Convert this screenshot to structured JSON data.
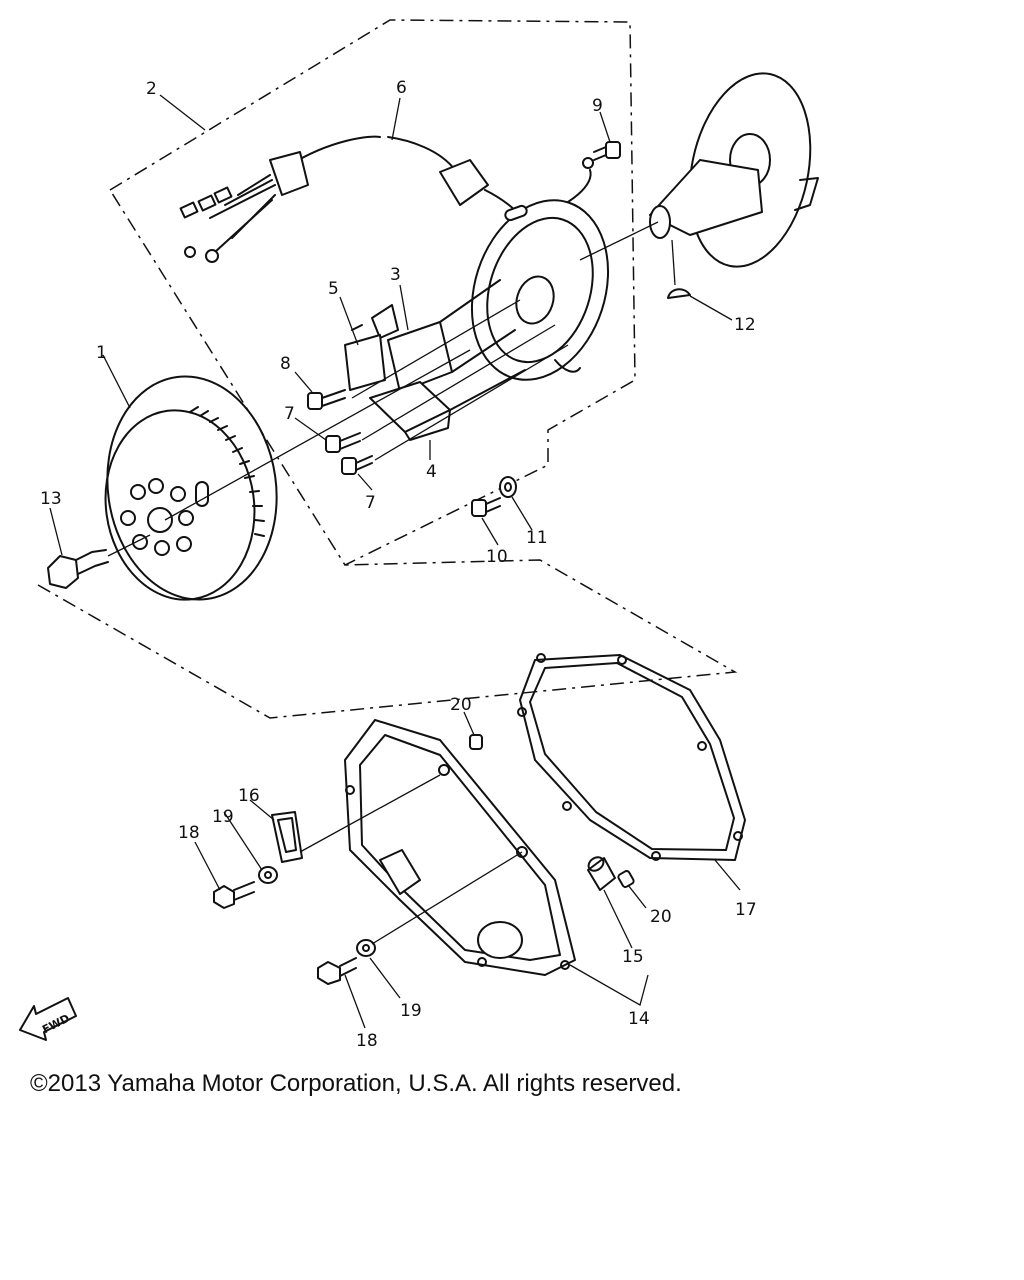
{
  "callouts": {
    "c1": "1",
    "c2": "2",
    "c3": "3",
    "c4": "4",
    "c5": "5",
    "c6": "6",
    "c7a": "7",
    "c7b": "7",
    "c8": "8",
    "c9": "9",
    "c10": "10",
    "c11": "11",
    "c12": "12",
    "c13": "13",
    "c14": "14",
    "c15": "15",
    "c16": "16",
    "c17": "17",
    "c18a": "18",
    "c18b": "18",
    "c19a": "19",
    "c19b": "19",
    "c20a": "20",
    "c20b": "20"
  },
  "fwd_label": "FWD",
  "copyright": "©2013 Yamaha Motor Corporation, U.S.A. All rights reserved."
}
